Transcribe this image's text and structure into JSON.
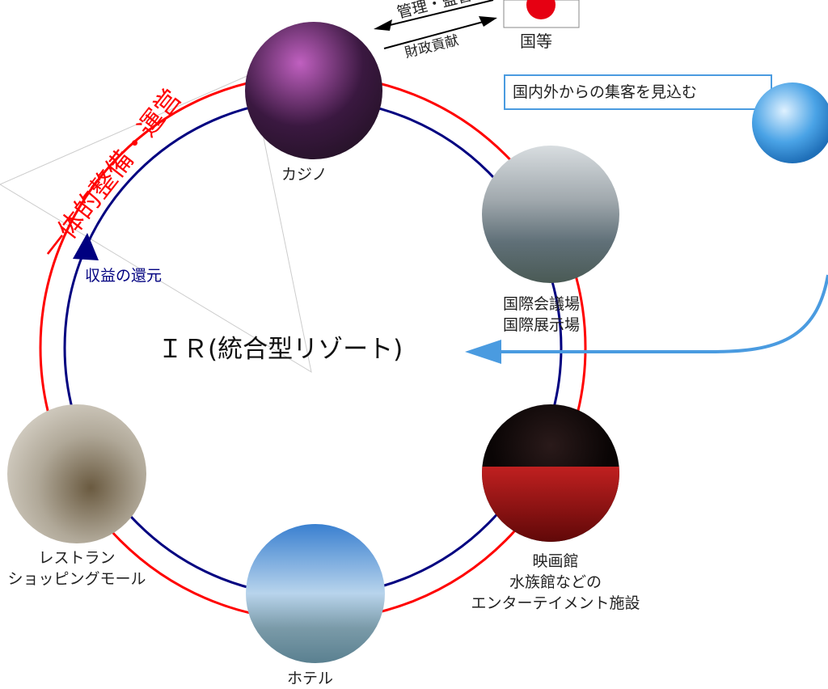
{
  "title": "ＩＲ(統合型リゾート)",
  "operation_label": "一体的整備・運営",
  "revenue_label": "収益の還元",
  "government": {
    "label": "国等",
    "top_arrow_label": "管理・監督",
    "bottom_arrow_label": "財政貢献"
  },
  "visitors_label": "国内外からの集客を見込む",
  "facilities": [
    {
      "label_lines": [
        "カジノ"
      ]
    },
    {
      "label_lines": [
        "国際会議場",
        "国際展示場"
      ]
    },
    {
      "label_lines": [
        "映画館",
        "水族館などの",
        "エンターテイメント施設"
      ]
    },
    {
      "label_lines": [
        "ホテル"
      ]
    },
    {
      "label_lines": [
        "レストラン",
        "ショッピングモール"
      ]
    }
  ],
  "colors": {
    "red": "#ff0000",
    "navy": "#000080",
    "blue_arrow": "#4a9be0"
  }
}
